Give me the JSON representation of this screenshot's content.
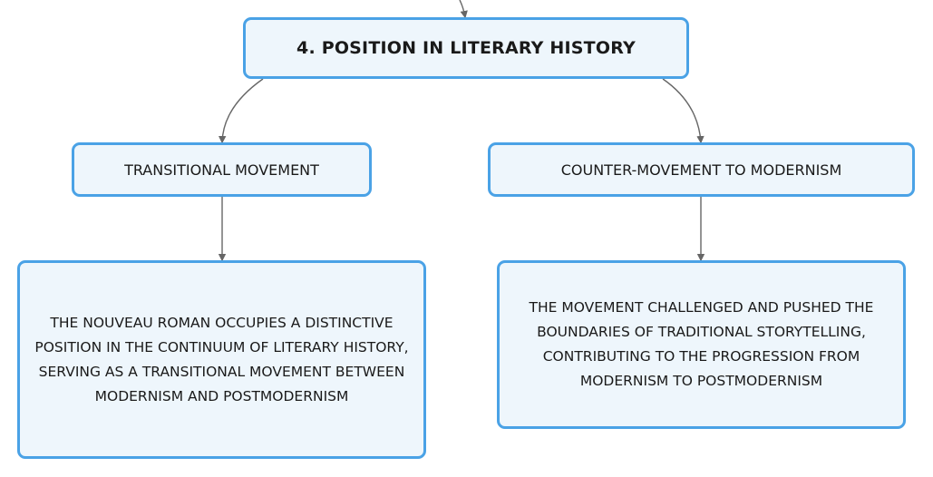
{
  "diagram": {
    "root": {
      "label": "4. POSITION IN LITERARY HISTORY"
    },
    "branches": [
      {
        "label": "TRANSITIONAL MOVEMENT",
        "detail": "THE NOUVEAU ROMAN OCCUPIES A DISTINCTIVE POSITION IN THE CONTINUUM OF LITERARY HISTORY, SERVING AS A TRANSITIONAL MOVEMENT BETWEEN MODERNISM AND POSTMODERNISM"
      },
      {
        "label": "COUNTER-MOVEMENT TO MODERNISM",
        "detail": "THE MOVEMENT CHALLENGED AND PUSHED THE BOUNDARIES OF TRADITIONAL STORYTELLING, CONTRIBUTING TO THE PROGRESSION FROM MODERNISM TO POSTMODERNISM"
      }
    ],
    "colors": {
      "node_border": "#4aa2e6",
      "node_fill": "#eef6fc",
      "connector": "#666666",
      "text": "#1a1a1a"
    }
  }
}
